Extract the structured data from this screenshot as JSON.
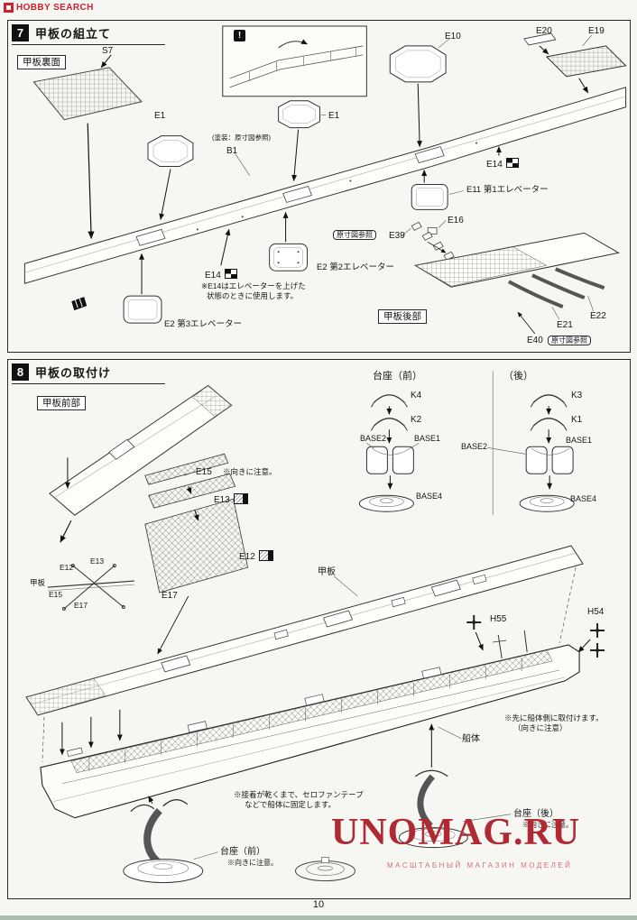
{
  "page": {
    "number": "10"
  },
  "branding": {
    "hobby_search": "HOBBY SEARCH",
    "unomag": "UNOMAG.RU",
    "unomag_subtitle": "МАСШТАБНЫЙ МАГАЗИН МОДЕЛЕЙ"
  },
  "colors": {
    "logo_red": "#cf2030",
    "watermark_red": "#b02a33"
  },
  "step7": {
    "number": "7",
    "title": "甲板の組立て",
    "warning_mark": "!",
    "deck_underside": "甲板裏面",
    "deck_rear": "甲板後部",
    "s7": "S7",
    "e1_left": "E1",
    "e1_mid": "E1",
    "paint_note": "(塗装：原寸図参照)",
    "b1": "B1",
    "e10": "E10",
    "e20": "E20",
    "e19": "E19",
    "e14_right": "E14",
    "e11": "E11 第1エレベーター",
    "e16": "E16",
    "fullsize_ref": "原寸図参照",
    "e39": "E39",
    "e2_no2": "E2 第2エレベーター",
    "e14_left": "E14",
    "e14_note_line1": "※E14はエレベーターを上げた",
    "e14_note_line2": "状態のときに使用します。",
    "e2_no3": "E2 第3エレベーター",
    "e21": "E21",
    "e22": "E22",
    "e40": "E40",
    "e40_ref": "原寸図参照"
  },
  "step8": {
    "number": "8",
    "title": "甲板の取付け",
    "pedestal_front_header": "台座（前）",
    "pedestal_rear_header": "（後）",
    "k4": "K4",
    "k2": "K2",
    "k3": "K3",
    "k1": "K1",
    "base2_front": "BASE2",
    "base1_front": "BASE1",
    "base4_front": "BASE4",
    "base2_rear": "BASE2",
    "base1_rear": "BASE1",
    "base4_rear": "BASE4",
    "deck_front": "甲板前部",
    "e15": "E15",
    "e15_note": "※向きに注意。",
    "e13": "E13",
    "e12": "E12",
    "e17": "E17",
    "mini": {
      "e12": "E12",
      "e13": "E13",
      "deck": "甲板",
      "e15": "E15",
      "e17": "E17"
    },
    "deck": "甲板",
    "h55": "H55",
    "h54": "H54",
    "hull": "船体",
    "hull_note_line1": "※先に船体側に取付けます。",
    "hull_note_line2": "（向きに注意）",
    "tape_note_line1": "※接着が乾くまで、セロファンテープ",
    "tape_note_line2": "などで船体に固定します。",
    "pedestal_rear_label": "台座（後）",
    "pedestal_rear_note": "※向きに注意。",
    "pedestal_front_label": "台座（前）",
    "pedestal_front_note": "※向きに注意。"
  }
}
